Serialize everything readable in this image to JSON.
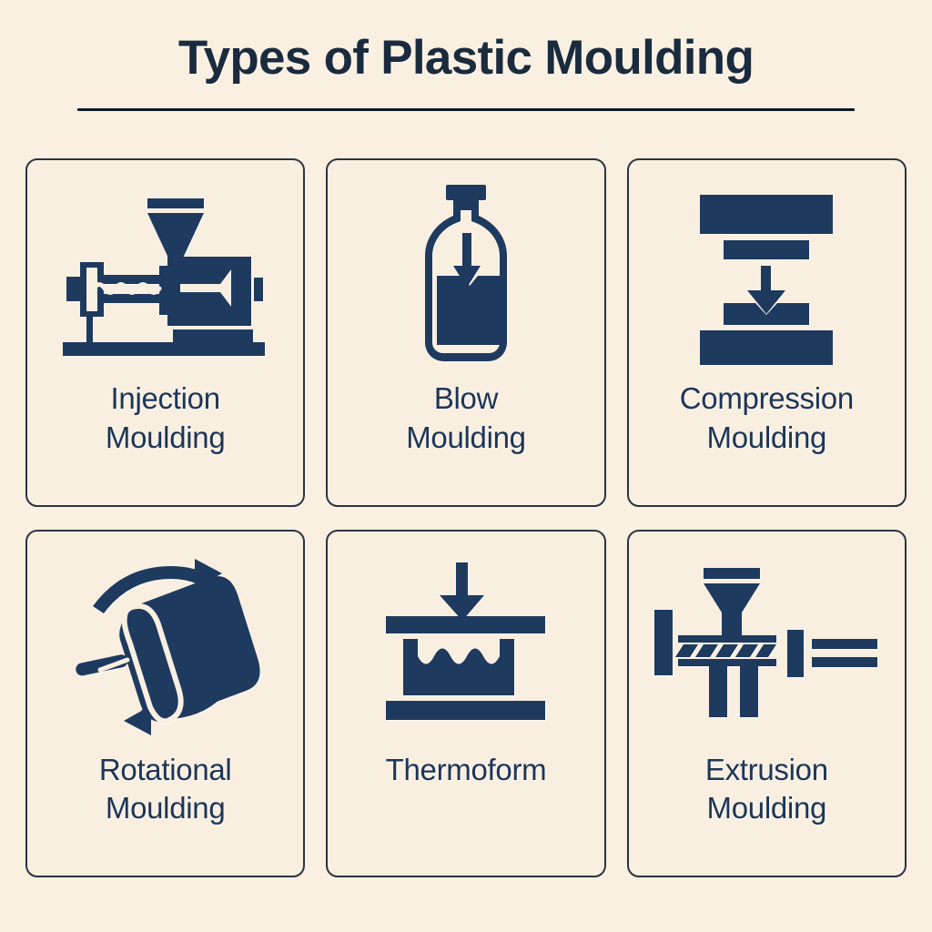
{
  "header": {
    "title": "Types of Plastic Moulding",
    "divider": true
  },
  "theme": {
    "background": "#faf0e2",
    "card_background": "#f9efe1",
    "card_border": "#2b3442",
    "icon_navy": "#1e3a5f",
    "title_color": "#1b2b3e",
    "label_color": "#1c3557",
    "rule_color": "#0d1622"
  },
  "cards": [
    {
      "id": "injection-moulding",
      "label": "Injection\nMoulding",
      "icon": "injection-moulding-machine-icon"
    },
    {
      "id": "blow-moulding",
      "label": "Blow\nMoulding",
      "icon": "blow-moulding-bottle-icon"
    },
    {
      "id": "compression-moulding",
      "label": "Compression\nMoulding",
      "icon": "compression-press-icon"
    },
    {
      "id": "rotational-moulding",
      "label": "Rotational\nMoulding",
      "icon": "rotating-drum-icon"
    },
    {
      "id": "thermoform",
      "label": "Thermoform",
      "icon": "thermoform-press-icon"
    },
    {
      "id": "extrusion-moulding",
      "label": "Extrusion\nMoulding",
      "icon": "extrusion-screw-icon"
    }
  ]
}
